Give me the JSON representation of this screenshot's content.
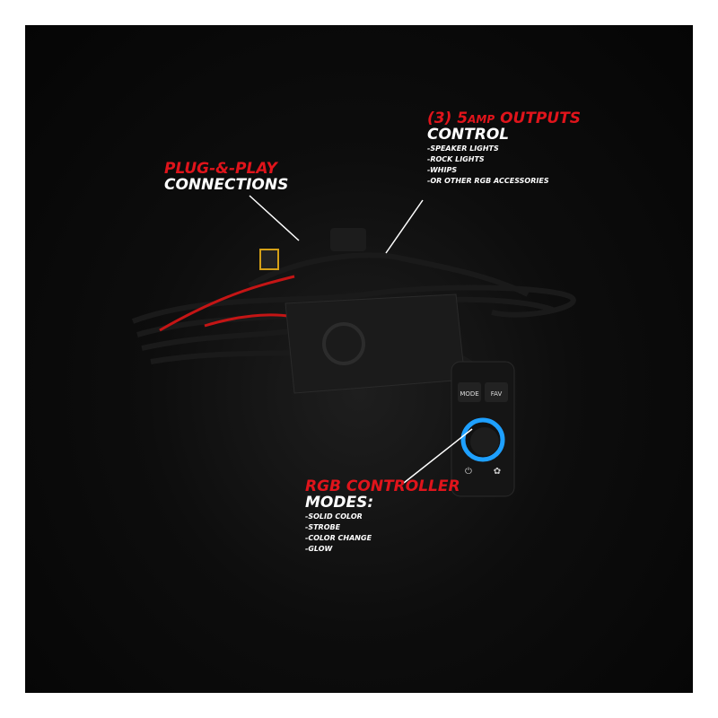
{
  "callouts": {
    "plug_play": {
      "title": "PLUG-&-PLAY",
      "subtitle": "CONNECTIONS"
    },
    "outputs": {
      "title_prefix": "(3) 5",
      "title_amp": "AMP",
      "title_suffix": " OUTPUTS",
      "subtitle": "CONTROL",
      "items": [
        "-SPEAKER LIGHTS",
        "-ROCK LIGHTS",
        "-WHIPS",
        "-OR OTHER RGB ACCESSORIES"
      ]
    },
    "controller": {
      "title": "RGB CONTROLLER",
      "subtitle": "MODES:",
      "items": [
        "-SOLID COLOR",
        "-STROBE",
        "-COLOR CHANGE",
        "-GLOW"
      ]
    }
  },
  "product": {
    "switch_buttons": [
      "MODE",
      "FAV"
    ],
    "power_icon": "power-icon",
    "color-icon": "rgb-icon"
  },
  "colors": {
    "accent_red": "#e0141b",
    "ring_blue": "#1ea0ff",
    "background": "#0a0a0a"
  }
}
